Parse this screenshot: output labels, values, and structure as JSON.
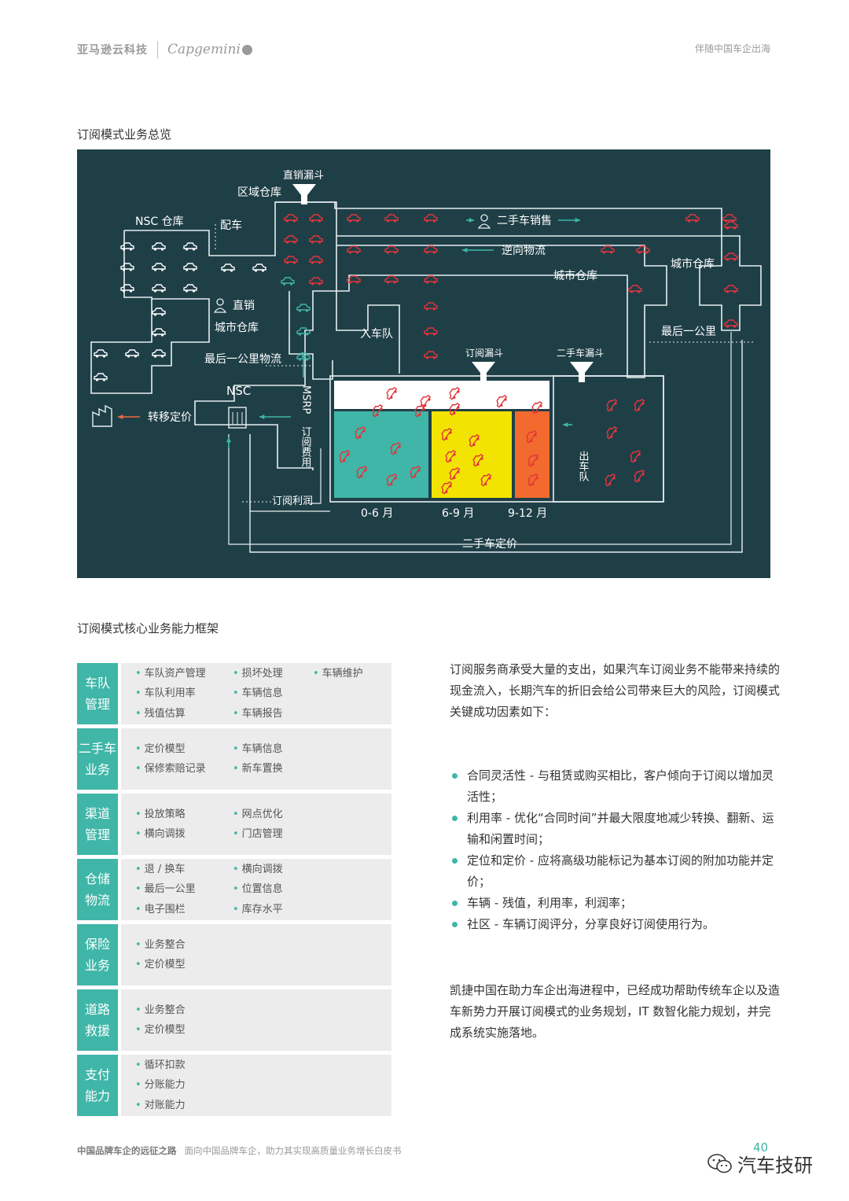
{
  "header": {
    "logo_amazon": "亚马逊云科技",
    "logo_capgemini": "Capgemini",
    "tagline": "伴随中国车企出海"
  },
  "diagram": {
    "title": "订阅模式业务总览",
    "labels": {
      "direct_funnel": "直销漏斗",
      "regional_warehouse": "区域仓库",
      "nsc_warehouse": "NSC 仓库",
      "allocation": "配车",
      "used_car_sales": "二手车销售",
      "reverse_logistics": "逆向物流",
      "city_warehouse_a": "城市仓库",
      "city_warehouse_b": "城市仓库",
      "direct_sales": "直销",
      "city_warehouse_c": "城市仓库",
      "fleet_in": "入车队",
      "last_mile_logistics": "最后一公里物流",
      "last_mile": "最后一公里",
      "subscription_funnel": "订阅漏斗",
      "used_car_funnel": "二手车漏斗",
      "nsc": "NSC",
      "msrp": "MSRP",
      "transfer_pricing": "转移定价",
      "subscription_fee": "订阅费用",
      "fleet_out": "出车队",
      "subscription_profit": "订阅利润",
      "period_0_6": "0-6 月",
      "period_6_9": "6-9 月",
      "period_9_12": "9-12 月",
      "used_car_pricing": "二手车定价"
    },
    "colors": {
      "background": "#1f3f47",
      "line": "#e6eef0",
      "teal": "#3fb6a8",
      "yellow": "#f2e400",
      "orange": "#f26a2e",
      "red": "#e3343c",
      "arrow_orange": "#ee6a42"
    }
  },
  "framework": {
    "title": "订阅模式核心业务能力框架",
    "rows": [
      {
        "category": "车队\n管理",
        "items": [
          "车队资产管理",
          "损坏处理",
          "车辆维护",
          "车队利用率",
          "车辆信息",
          "",
          "残值估算",
          "车辆报告",
          ""
        ]
      },
      {
        "category": "二手车\n业务",
        "items": [
          "定价模型",
          "车辆信息",
          "",
          "保修索赔记录",
          "新车置换",
          ""
        ]
      },
      {
        "category": "渠道\n管理",
        "items": [
          "投放策略",
          "网点优化",
          "",
          "横向调拨",
          "门店管理",
          ""
        ]
      },
      {
        "category": "仓储\n物流",
        "items": [
          "退 / 换车",
          "横向调拨",
          "",
          "最后一公里",
          "位置信息",
          "",
          "电子围栏",
          "库存水平",
          ""
        ]
      },
      {
        "category": "保险\n业务",
        "items": [
          "业务整合",
          "",
          "",
          "定价模型",
          "",
          ""
        ]
      },
      {
        "category": "道路\n救援",
        "items": [
          "业务整合",
          "",
          "",
          "定价模型",
          "",
          ""
        ]
      },
      {
        "category": "支付\n能力",
        "items": [
          "循环扣款",
          "",
          "",
          "分账能力",
          "",
          "",
          "对账能力",
          "",
          ""
        ]
      }
    ]
  },
  "text": {
    "intro": "订阅服务商承受大量的支出，如果汽车订阅业务不能带来持续的现金流入，长期汽车的折旧会给公司带来巨大的风险，订阅模式关键成功因素如下：",
    "bullets": [
      "合同灵活性 - 与租赁或购买相比，客户倾向于订阅以增加灵活性；",
      "利用率 - 优化“合同时间”并最大限度地减少转换、翻新、运输和闲置时间；",
      "定位和定价 - 应将高级功能标记为基本订阅的附加功能并定价；",
      "车辆 - 残值，利用率，利润率；",
      "社区 - 车辆订阅评分，分享良好订阅使用行为。"
    ],
    "closing": "凯捷中国在助力车企出海进程中，已经成功帮助传统车企以及造车新势力开展订阅模式的业务规划，IT 数智化能力规划，并完成系统实施落地。"
  },
  "footer": {
    "title": "中国品牌车企的远征之路",
    "subtitle": "面向中国品牌车企，助力其实现高质量业务增长白皮书",
    "page_number": "40",
    "watermark": "汽车技研"
  }
}
